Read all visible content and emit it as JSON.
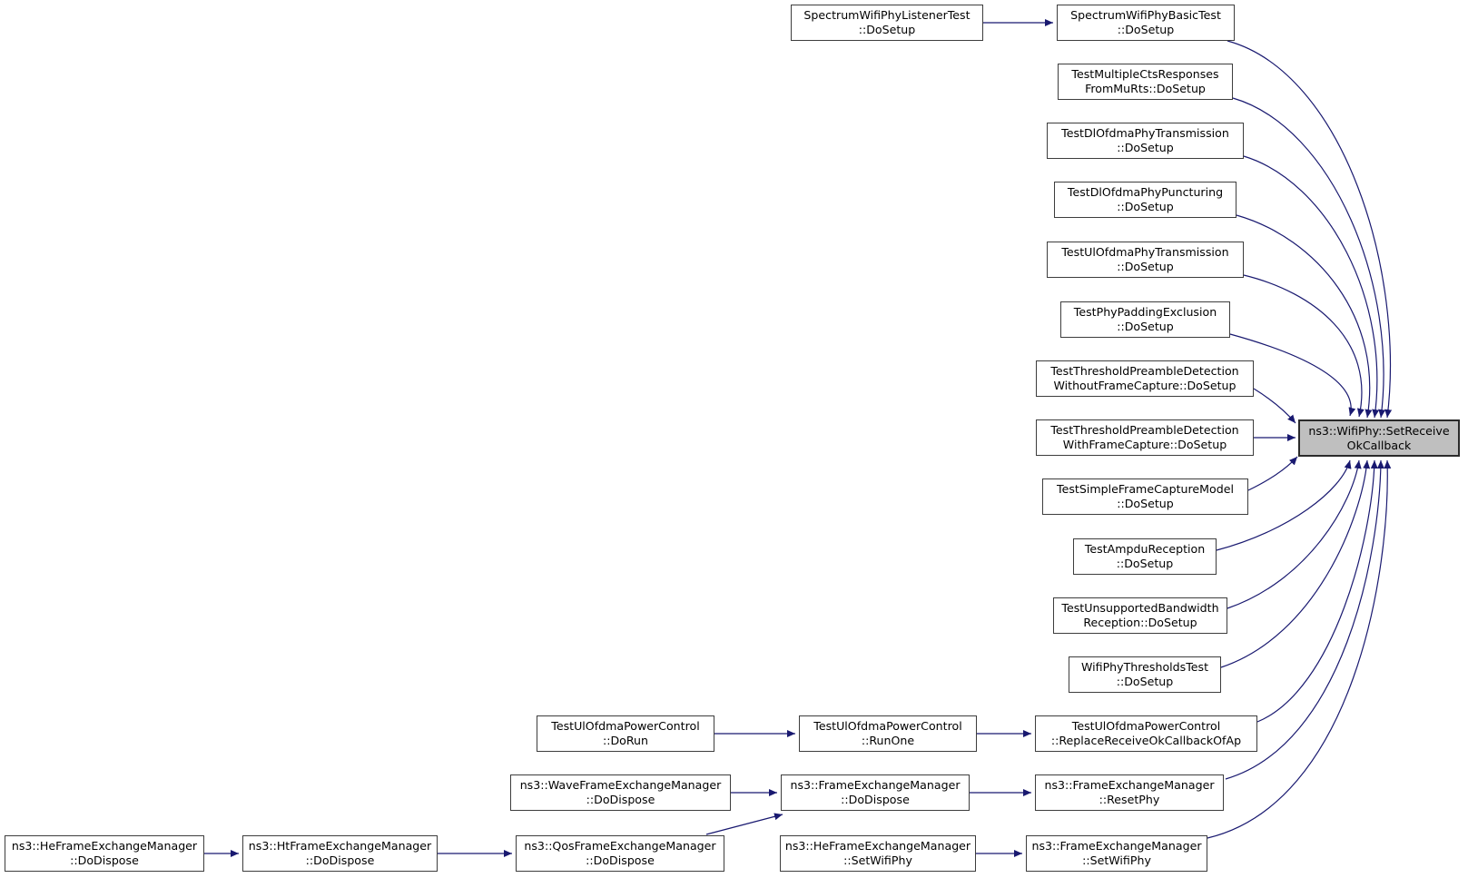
{
  "colors": {
    "edge": "#191970",
    "node_border": "#3d3d3d",
    "node_fill": "#ffffff",
    "target_fill": "#bfbfbf",
    "target_border": "#2a2a2a",
    "text": "#000000"
  },
  "target": {
    "line1": "ns3::WifiPhy::SetReceive",
    "line2": "OkCallback"
  },
  "nodes": [
    {
      "line1": "SpectrumWifiPhyListenerTest",
      "line2": "::DoSetup"
    },
    {
      "line1": "SpectrumWifiPhyBasicTest",
      "line2": "::DoSetup"
    },
    {
      "line1": "TestMultipleCtsResponses",
      "line2": "FromMuRts::DoSetup"
    },
    {
      "line1": "TestDlOfdmaPhyTransmission",
      "line2": "::DoSetup"
    },
    {
      "line1": "TestDlOfdmaPhyPuncturing",
      "line2": "::DoSetup"
    },
    {
      "line1": "TestUlOfdmaPhyTransmission",
      "line2": "::DoSetup"
    },
    {
      "line1": "TestPhyPaddingExclusion",
      "line2": "::DoSetup"
    },
    {
      "line1": "TestThresholdPreambleDetection",
      "line2": "WithoutFrameCapture::DoSetup"
    },
    {
      "line1": "TestThresholdPreambleDetection",
      "line2": "WithFrameCapture::DoSetup"
    },
    {
      "line1": "TestSimpleFrameCaptureModel",
      "line2": "::DoSetup"
    },
    {
      "line1": "TestAmpduReception",
      "line2": "::DoSetup"
    },
    {
      "line1": "TestUnsupportedBandwidth",
      "line2": "Reception::DoSetup"
    },
    {
      "line1": "WifiPhyThresholdsTest",
      "line2": "::DoSetup"
    },
    {
      "line1": "TestUlOfdmaPowerControl",
      "line2": "::DoRun"
    },
    {
      "line1": "TestUlOfdmaPowerControl",
      "line2": "::RunOne"
    },
    {
      "line1": "TestUlOfdmaPowerControl",
      "line2": "::ReplaceReceiveOkCallbackOfAp"
    },
    {
      "line1": "ns3::WaveFrameExchangeManager",
      "line2": "::DoDispose"
    },
    {
      "line1": "ns3::FrameExchangeManager",
      "line2": "::DoDispose"
    },
    {
      "line1": "ns3::FrameExchangeManager",
      "line2": "::ResetPhy"
    },
    {
      "line1": "ns3::HeFrameExchangeManager",
      "line2": "::DoDispose"
    },
    {
      "line1": "ns3::HtFrameExchangeManager",
      "line2": "::DoDispose"
    },
    {
      "line1": "ns3::QosFrameExchangeManager",
      "line2": "::DoDispose"
    },
    {
      "line1": "ns3::HeFrameExchangeManager",
      "line2": "::SetWifiPhy"
    },
    {
      "line1": "ns3::FrameExchangeManager",
      "line2": "::SetWifiPhy"
    }
  ]
}
